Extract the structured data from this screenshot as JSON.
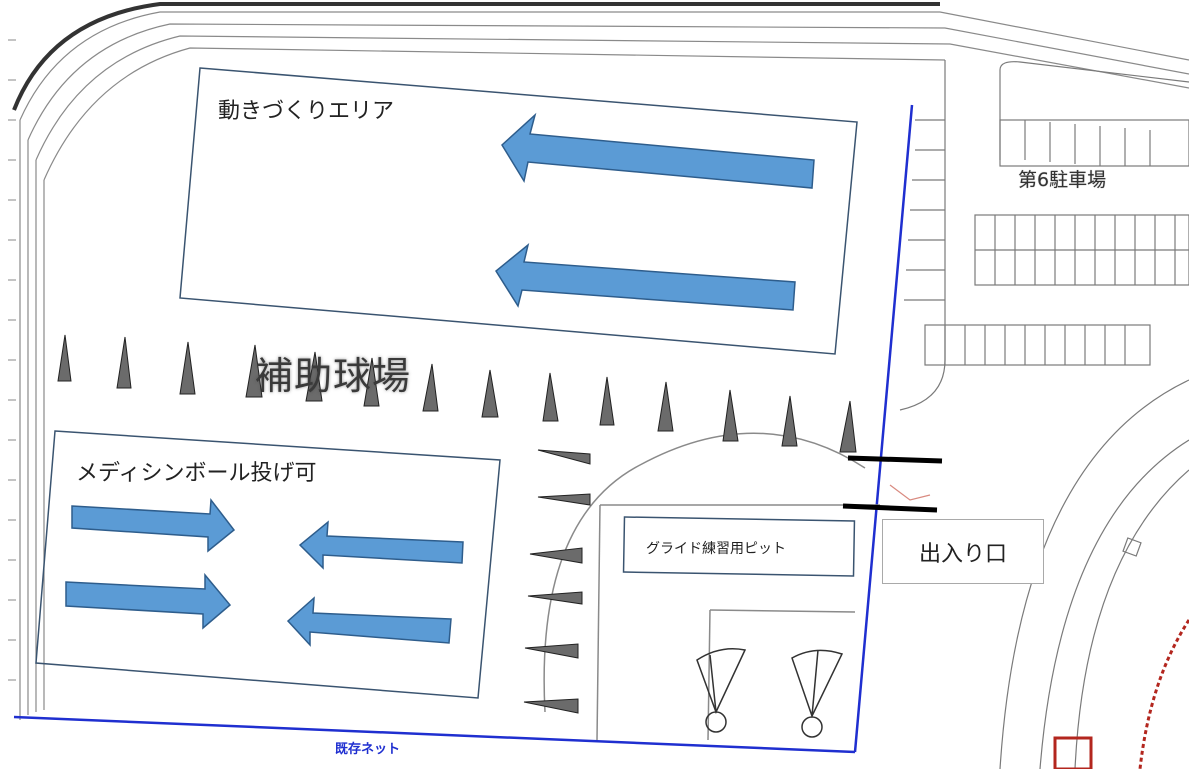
{
  "labels": {
    "movement_area": "動きづくりエリア",
    "field_name": "補助球場",
    "medicine_ball_area": "メディシンボール投げ可",
    "parking": "第6駐車場",
    "glide_pit": "グライド練習用ピット",
    "entrance": "出入り口",
    "existing_net": "既存ネット"
  },
  "colors": {
    "arrow_fill": "#5b9bd5",
    "arrow_stroke": "#2e5d8c",
    "cone_fill": "#6b6b6b",
    "net_line": "#1f2fd0",
    "track_line": "#8a8a8a",
    "entrance_bar": "#000000",
    "red_structure": "#b3261e"
  }
}
